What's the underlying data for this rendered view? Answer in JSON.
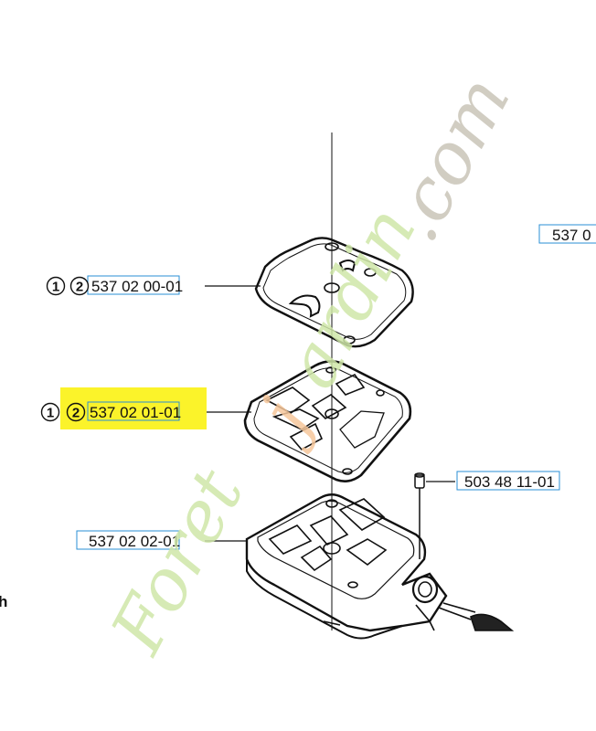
{
  "callouts": [
    {
      "id": "gasket-top",
      "refs": [
        "1",
        "2"
      ],
      "part_number": "537 02 00-01",
      "highlighted": false
    },
    {
      "id": "gasket-middle",
      "refs": [
        "1",
        "2"
      ],
      "part_number": "537 02 01-01",
      "highlighted": true
    },
    {
      "id": "housing",
      "refs": [],
      "part_number": "537 02 02-01",
      "highlighted": false
    },
    {
      "id": "screw",
      "refs": [],
      "part_number": "503 48 11-01",
      "highlighted": false
    },
    {
      "id": "clipped-right",
      "refs": [],
      "part_number": "537 0",
      "highlighted": false
    }
  ],
  "edge_letter": "h",
  "watermark": "Foretjardin.com",
  "colors": {
    "highlight": "#fbf32a",
    "label_box": "#2a8fd6",
    "watermark_green": "#cfe7a8",
    "watermark_orange": "#f6c79b",
    "watermark_gray": "#c9c4b8",
    "line": "#111111"
  }
}
